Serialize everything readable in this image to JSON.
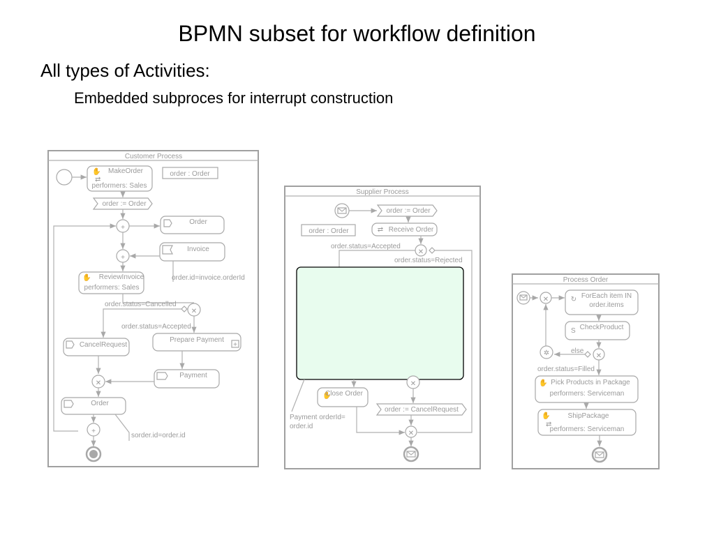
{
  "slide": {
    "title": "BPMN subset for workflow definition",
    "bullet1": "All types of Activities:",
    "bullet2": "Embedded subproces for interrupt construction"
  },
  "customer": {
    "title": "Customer Process",
    "make_order": "MakeOrder",
    "make_order_perf": "performers: Sales",
    "order_obj": "order : Order",
    "assign_order": "order := Order",
    "order_msg": "Order",
    "invoice_msg": "Invoice",
    "invoice_note": "order.id=invoice.orderId",
    "review": "ReviewInvoice",
    "review_perf": "performers: Sales",
    "cancelled": "order.status=Cancelled",
    "accepted": "order.status=Accepted",
    "prepare": "Prepare Payment",
    "cancel_req": "CancelRequest",
    "payment": "Payment",
    "order_final": "Order",
    "sorder_note": "sorder.id=order.id"
  },
  "supplier": {
    "title": "Supplier Process",
    "assign_order": "order := Order",
    "order_obj": "order : Order",
    "receive": "Receive Order",
    "accepted": "order.status=Accepted",
    "rejected": "order.status=Rejected",
    "close": "Close Order",
    "cancel_assign": "order := CancelRequest",
    "payment_note_1": "Payment orderId=",
    "payment_note_2": "order.id"
  },
  "process_order": {
    "title": "Process Order",
    "foreach_1": "ForEach item IN",
    "foreach_2": "order.items",
    "check": "CheckProduct",
    "else": "else",
    "filled": "order.status=Filled",
    "pick": "Pick Products in Package",
    "pick_perf": "performers: Serviceman",
    "ship": "ShipPackage",
    "ship_perf": "performers: Serviceman"
  },
  "colors": {
    "highlight_fill": "#e8fcee",
    "diagram_gray": "#a8a8a8"
  }
}
